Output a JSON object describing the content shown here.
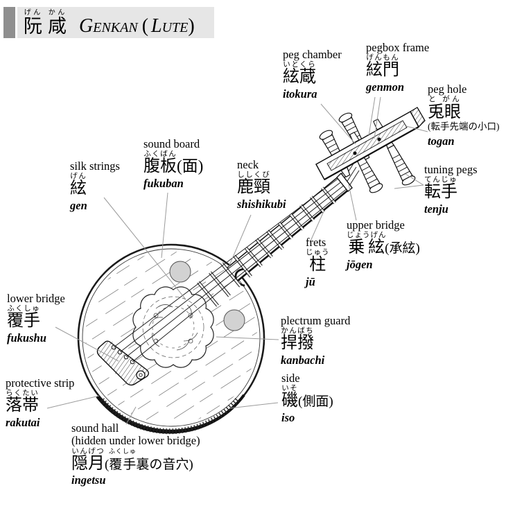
{
  "title": {
    "kanji_1": "阮",
    "furigana_1": "げん",
    "kanji_2": "咸",
    "furigana_2": "かん",
    "romaji": "Genkan",
    "paren_open": "(",
    "paren_name": "Lute",
    "paren_close": ")"
  },
  "labels": {
    "peg_chamber": {
      "en": "peg chamber",
      "furigana": "いとくら",
      "kanji": "絃蔵",
      "romaji": "itokura"
    },
    "pegbox_frame": {
      "en": "pegbox frame",
      "furigana": "げんもん",
      "kanji": "絃門",
      "romaji": "genmon"
    },
    "peg_hole": {
      "en": "peg hole",
      "furigana": "と がん",
      "kanji": "兎眼",
      "note": "(転手先端の小口)",
      "romaji": "togan"
    },
    "tuning_pegs": {
      "en": "tuning pegs",
      "furigana": "てんじゅ",
      "kanji": "転手",
      "romaji": "tenju"
    },
    "sound_board": {
      "en": "sound board",
      "furigana": "ふくばん",
      "kanji": "腹板",
      "suffix": "(面)",
      "romaji": "fukuban"
    },
    "neck": {
      "en": "neck",
      "furigana": "ししくび",
      "kanji": "鹿頸",
      "romaji": "shishikubi"
    },
    "silk_strings": {
      "en": "silk strings",
      "furigana": "げん",
      "kanji": "絃",
      "romaji": "gen"
    },
    "upper_bridge": {
      "en": "upper bridge",
      "furigana": "じょうげん",
      "kanji": "乗絃",
      "suffix": "(承絃)",
      "romaji": "jōgen"
    },
    "frets": {
      "en": "frets",
      "furigana": "じゅう",
      "kanji": "柱",
      "romaji": "jū"
    },
    "lower_bridge": {
      "en": "lower bridge",
      "furigana": "ふくしゅ",
      "kanji": "覆手",
      "romaji": "fukushu"
    },
    "plectrum_guard": {
      "en": "plectrum guard",
      "furigana": "かんばち",
      "kanji": "捍撥",
      "romaji": "kanbachi"
    },
    "side": {
      "en": "side",
      "furigana": "いそ",
      "kanji": "磯",
      "suffix": "(側面)",
      "romaji": "iso"
    },
    "protective_strip": {
      "en": "protective strip",
      "furigana": "らくたい",
      "kanji": "落帯",
      "romaji": "rakutai"
    },
    "sound_hall": {
      "en": "sound hall",
      "en2": "(hidden under lower bridge)",
      "furigana": "いんげつ",
      "kanji": "隠月",
      "suffix_open": "(",
      "suffix_kanji": "覆手",
      "suffix_furigana": "ふくしゅ",
      "suffix_rest": "裏の音穴)",
      "romaji": "ingetsu"
    }
  },
  "colors": {
    "title_bar_bg": "#e6e6e6",
    "title_accent_block": "#8f8f8f",
    "leader_line": "#9a9a9a",
    "sound_hole_fill": "#d2d2d2",
    "line_art": "#111111"
  }
}
